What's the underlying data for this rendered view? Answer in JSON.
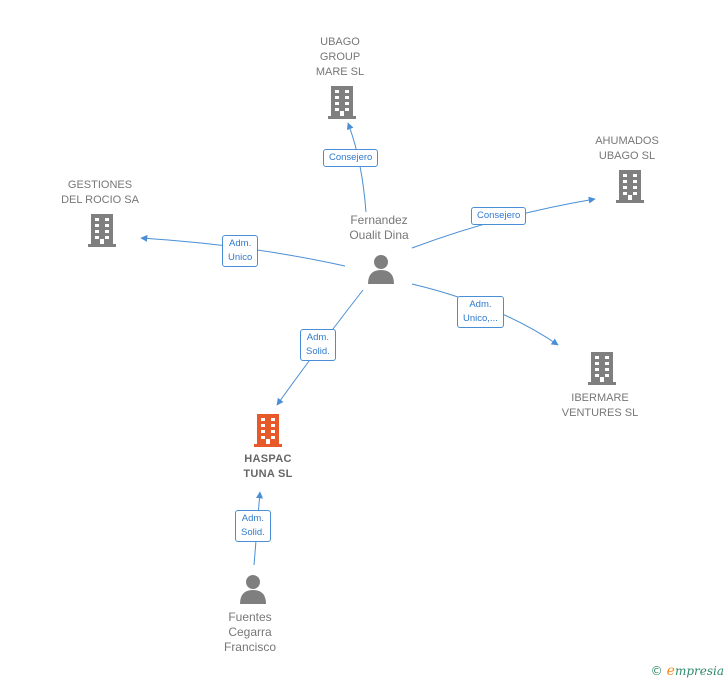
{
  "colors": {
    "company": "#7f7f7f",
    "focus": "#e8592a",
    "person": "#7f7f7f",
    "edge": "#4a8fd6"
  },
  "nodes": {
    "ubago": {
      "label": "UBAGO\nGROUP\nMARE SL",
      "type": "company",
      "icon": "building-icon"
    },
    "ahumados": {
      "label": "AHUMADOS\nUBAGO SL",
      "type": "company",
      "icon": "building-icon"
    },
    "gestiones": {
      "label": "GESTIONES\nDEL ROCIO SA",
      "type": "company",
      "icon": "building-icon"
    },
    "ibermare": {
      "label": "IBERMARE\nVENTURES SL",
      "type": "company",
      "icon": "building-icon"
    },
    "haspac": {
      "label": "HASPAC\nTUNA SL",
      "type": "focus-company",
      "icon": "building-icon"
    },
    "fernandez": {
      "label": "Fernandez\nOualit Dina",
      "type": "person",
      "icon": "person-icon"
    },
    "fuentes": {
      "label": "Fuentes\nCegarra\nFrancisco",
      "type": "person",
      "icon": "person-icon"
    }
  },
  "edges": [
    {
      "from": "fernandez",
      "to": "ubago",
      "label": "Consejero"
    },
    {
      "from": "fernandez",
      "to": "ahumados",
      "label": "Consejero"
    },
    {
      "from": "fernandez",
      "to": "gestiones",
      "label": "Adm.\nUnico"
    },
    {
      "from": "fernandez",
      "to": "ibermare",
      "label": "Adm.\nUnico,..."
    },
    {
      "from": "fernandez",
      "to": "haspac",
      "label": "Adm.\nSolid."
    },
    {
      "from": "fuentes",
      "to": "haspac",
      "label": "Adm.\nSolid."
    }
  ],
  "footer": {
    "copyright": "©",
    "brand_initial": "e",
    "brand_rest": "mpresia"
  }
}
